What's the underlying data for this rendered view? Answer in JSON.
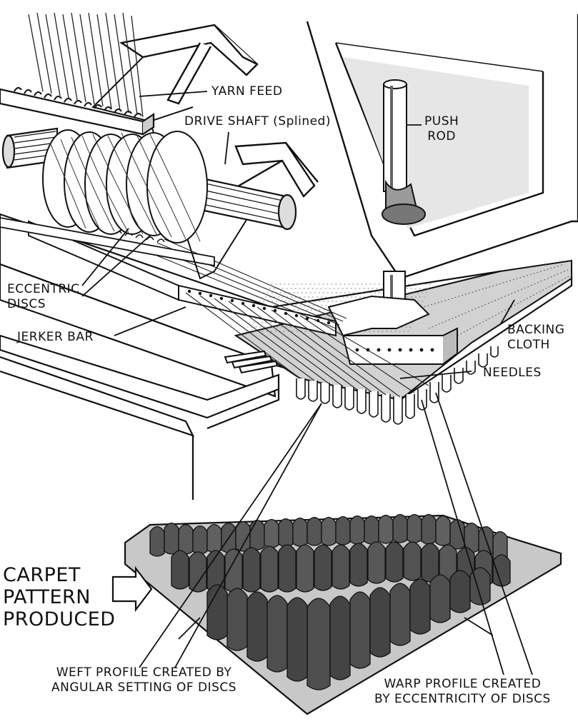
{
  "labels": {
    "yarn_feed": "YARN FEED",
    "drive_shaft": "DRIVE SHAFT (Splined)",
    "push_rod": [
      "PUSH",
      "ROD"
    ],
    "eccentric_discs": [
      "ECCENTRIC",
      "DISCS"
    ],
    "jerker_bar": "JERKER BAR",
    "backing_cloth": [
      "BACKING",
      "CLOTH"
    ],
    "needles": "NEEDLES",
    "carpet_pattern": [
      "CARPET",
      "PATTERN",
      "PRODUCED"
    ],
    "weft_profile": [
      "WEFT PROFILE CREATED BY",
      "ANGULAR SETTING OF DISCS"
    ],
    "warp_profile": [
      "WARP PROFILE CREATED",
      "BY ECCENTRICITY OF DISCS"
    ]
  },
  "colors": {
    "ink": "#111111",
    "pile": "#4a4a4a",
    "pile_light": "#7a7a7a",
    "shade": "#c9c9c9",
    "cloth": "#bdbdbd"
  }
}
